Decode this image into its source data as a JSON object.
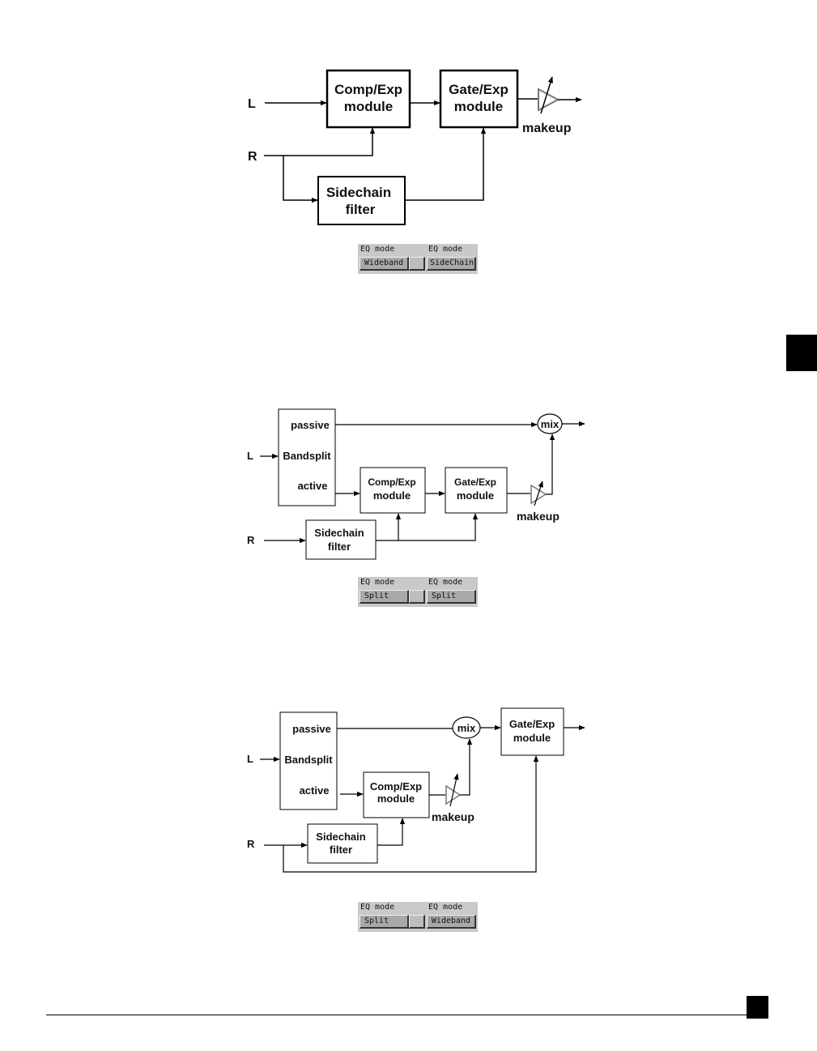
{
  "diagram1": {
    "input_l": "L",
    "input_r": "R",
    "comp_line1": "Comp/Exp",
    "comp_line2": "module",
    "gate_line1": "Gate/Exp",
    "gate_line2": "module",
    "sidechain_line1": "Sidechain",
    "sidechain_line2": "filter",
    "makeup": "makeup",
    "eq_left_label": "EQ mode",
    "eq_left_value": "Wideband",
    "eq_right_label": "EQ mode",
    "eq_right_value": "SideChain"
  },
  "diagram2": {
    "input_l": "L",
    "input_r": "R",
    "passive": "passive",
    "bandsplit": "Bandsplit",
    "active": "active",
    "mix": "mix",
    "comp_line1": "Comp/Exp",
    "comp_line2": "module",
    "gate_line1": "Gate/Exp",
    "gate_line2": "module",
    "sidechain_line1": "Sidechain",
    "sidechain_line2": "filter",
    "makeup": "makeup",
    "eq_left_label": "EQ mode",
    "eq_left_value": "Split",
    "eq_right_label": "EQ mode",
    "eq_right_value": "Split"
  },
  "diagram3": {
    "input_l": "L",
    "input_r": "R",
    "passive": "passive",
    "bandsplit": "Bandsplit",
    "active": "active",
    "mix": "mix",
    "comp_line1": "Comp/Exp",
    "comp_line2": "module",
    "gate_line1": "Gate/Exp",
    "gate_line2": "module",
    "sidechain_line1": "Sidechain",
    "sidechain_line2": "filter",
    "makeup": "makeup",
    "eq_left_label": "EQ mode",
    "eq_left_value": "Split",
    "eq_right_label": "EQ mode",
    "eq_right_value": "Wideband"
  }
}
